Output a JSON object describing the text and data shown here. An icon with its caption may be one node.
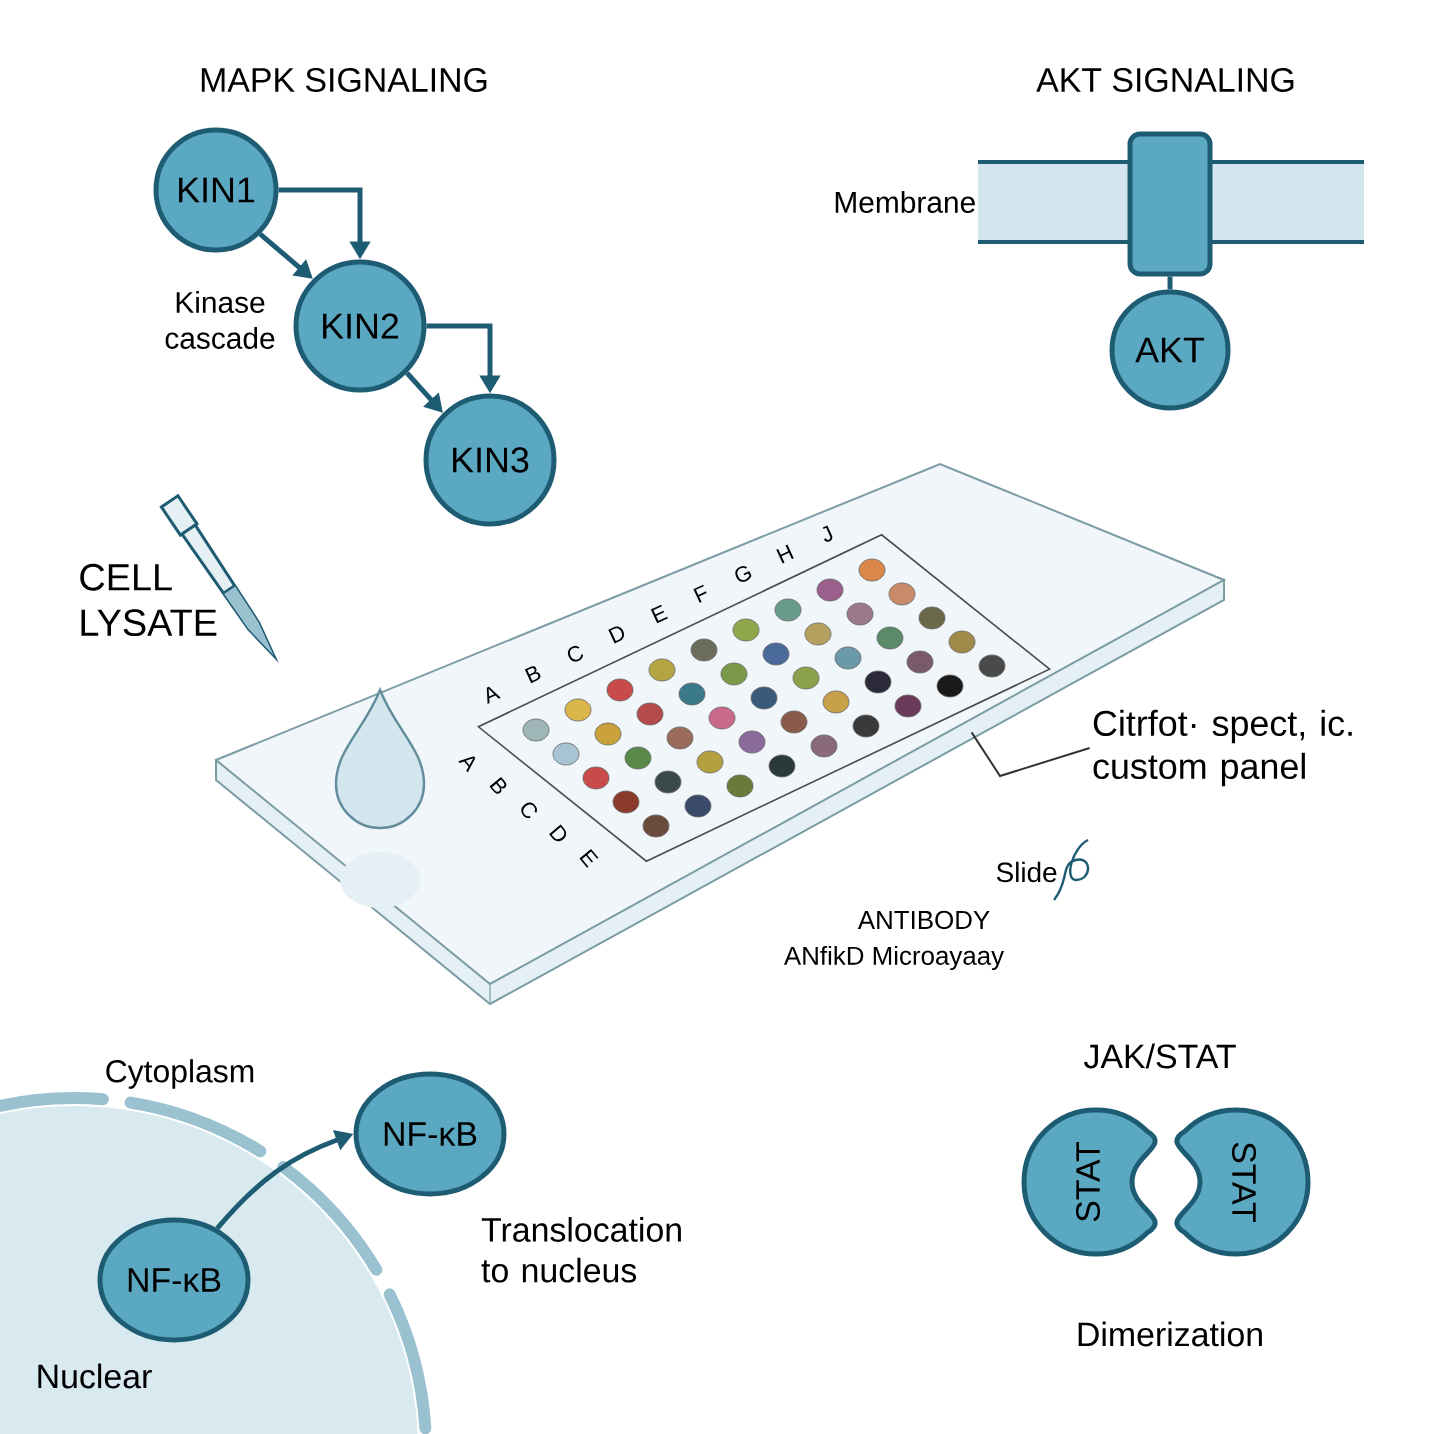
{
  "diagram": {
    "nodes": [
      {
        "text": [
          "KIN1"
        ]
      },
      {
        "text": [
          "KIN2"
        ]
      },
      {
        "text": [
          "KIN3"
        ]
      },
      {
        "text": [
          "Membrane"
        ]
      },
      {
        "text": [],
        "shape": "box"
      },
      {
        "text": [
          "AKT"
        ]
      },
      {
        "text": [],
        "shape": "picture"
      },
      {
        "text": [
          "Citrfot· spect, ic. custom panel"
        ]
      },
      {
        "text": [
          "Nuclear"
        ]
      },
      {
        "text": [
          "NF-κB"
        ],
        "in": 8
      },
      {
        "text": [
          "NF-κB"
        ],
        "beside": [
          "Translocation to nucleus"
        ]
      },
      {
        "text": [
          "STAT"
        ]
      },
      {
        "text": [
          "STAT"
        ]
      }
    ],
    "edges": [
      {
        "from": 0,
        "to": 1,
        "arrow": "to"
      },
      {
        "from": 0,
        "to": 1,
        "arrow": "to"
      },
      {
        "from": 1,
        "to": 2,
        "arrow": "to"
      },
      {
        "from": 1,
        "to": 2,
        "arrow": "to"
      },
      {
        "from": 4,
        "to": 5,
        "arrow": "none"
      },
      {
        "from": 7,
        "to": 6,
        "arrow": "none"
      },
      {
        "from": 9,
        "to": 10,
        "arrow": "to"
      }
    ],
    "labels": [
      "MAPK SIGNALING",
      "AKT SIGNALING",
      "Kinase cascade",
      "CELL LYSATE",
      "A",
      "B",
      "C",
      "D",
      "E",
      "F",
      "G",
      "H",
      "J",
      "A",
      "B",
      "C",
      "D",
      "E",
      "Slide",
      "ANTIBODY",
      "ANfikD Microayaay",
      "Cytoplasm",
      "JAK/STAT",
      "Dimerization"
    ]
  }
}
